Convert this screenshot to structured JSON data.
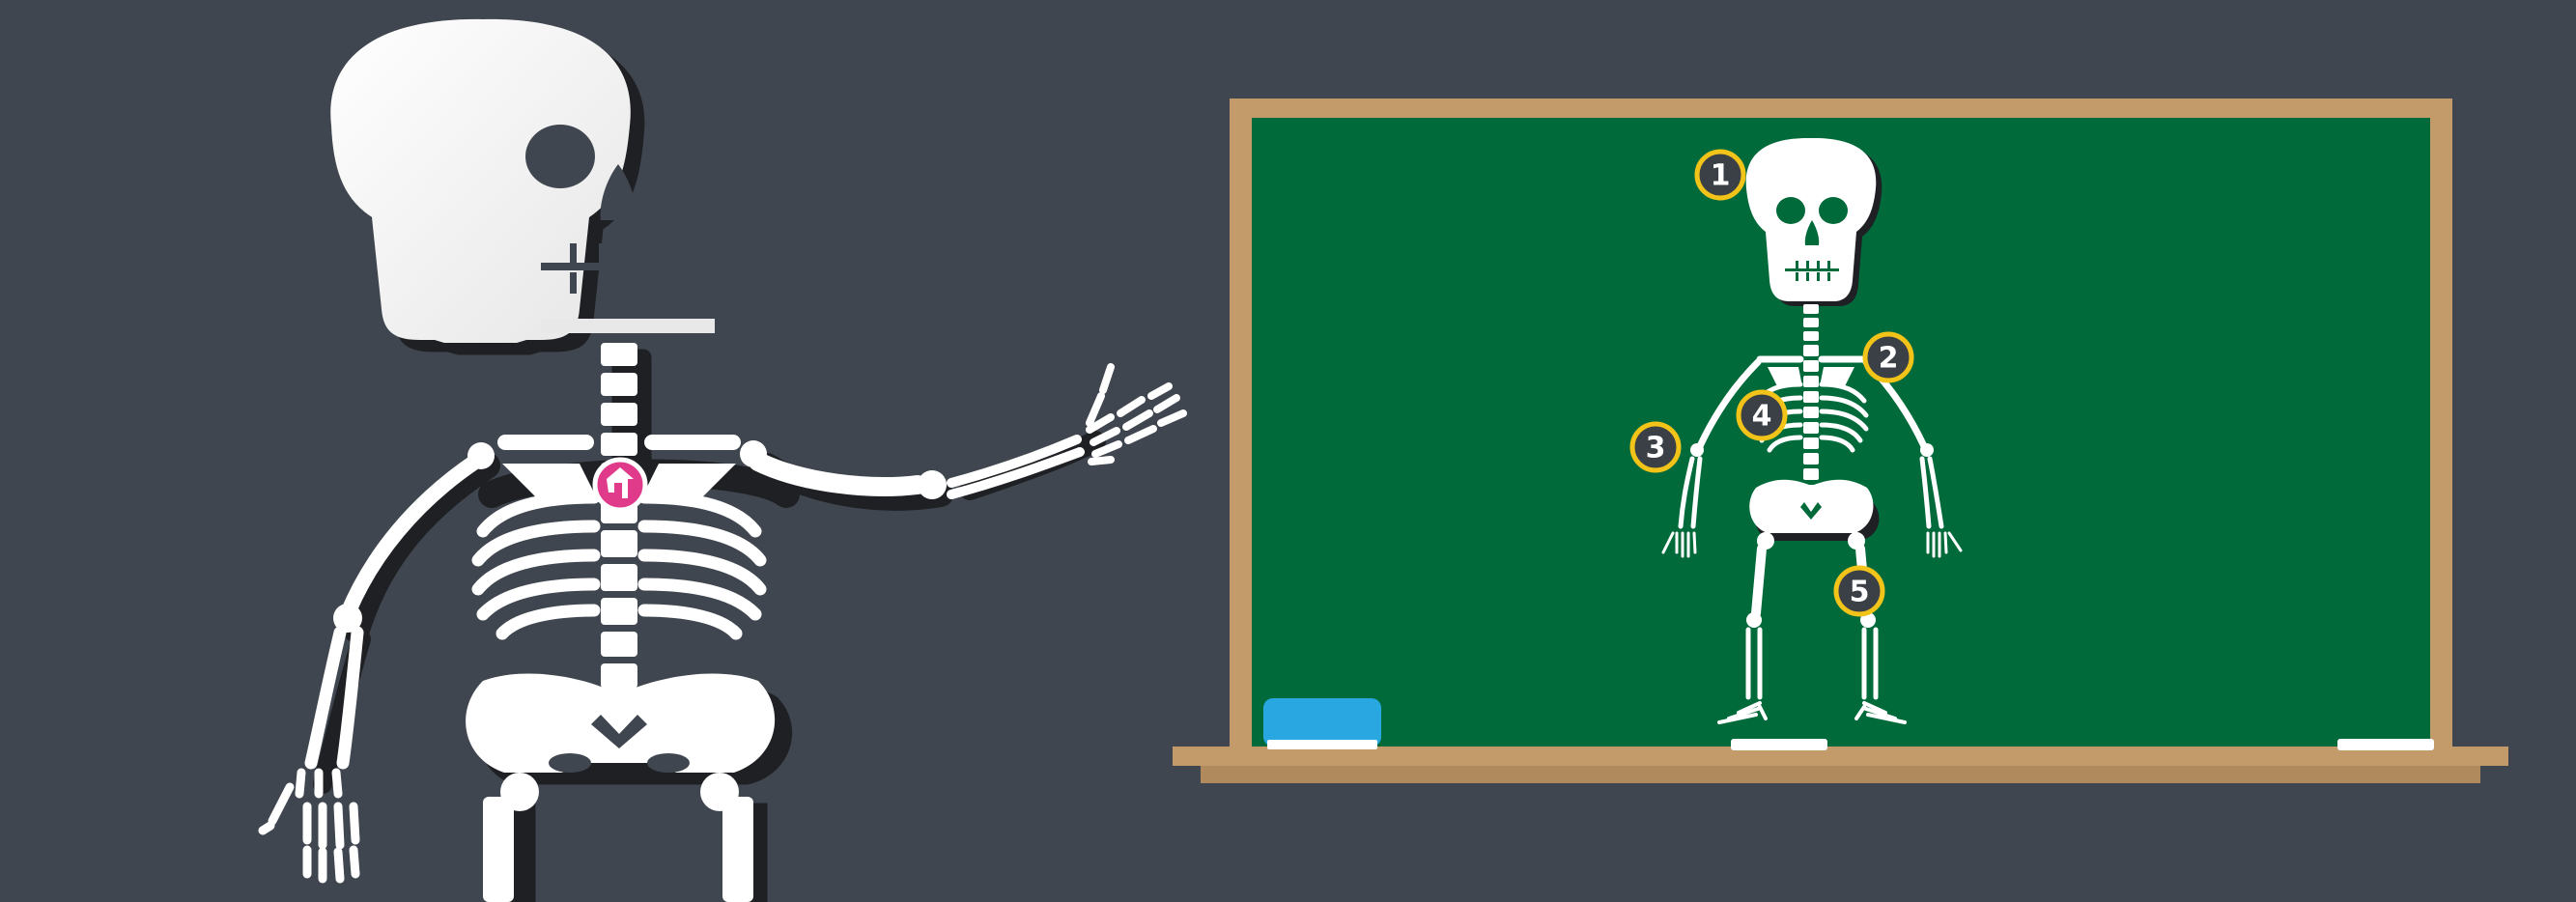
{
  "colors": {
    "background": "#40464f",
    "bone": "#ffffff",
    "bone_shadow": "#1e2024",
    "board_green": "#016a3a",
    "board_frame": "#c39b6b",
    "callout_fill": "#3b3f46",
    "callout_ring": "#f2c318",
    "eraser": "#29a7e1",
    "badge": "#e03b8b"
  },
  "callouts": [
    {
      "label": "1"
    },
    {
      "label": "2"
    },
    {
      "label": "3"
    },
    {
      "label": "4"
    },
    {
      "label": "5"
    }
  ],
  "icons": {
    "eraser": "eraser-icon",
    "chalk": "chalk-icon",
    "badge": "heart-badge-icon"
  }
}
